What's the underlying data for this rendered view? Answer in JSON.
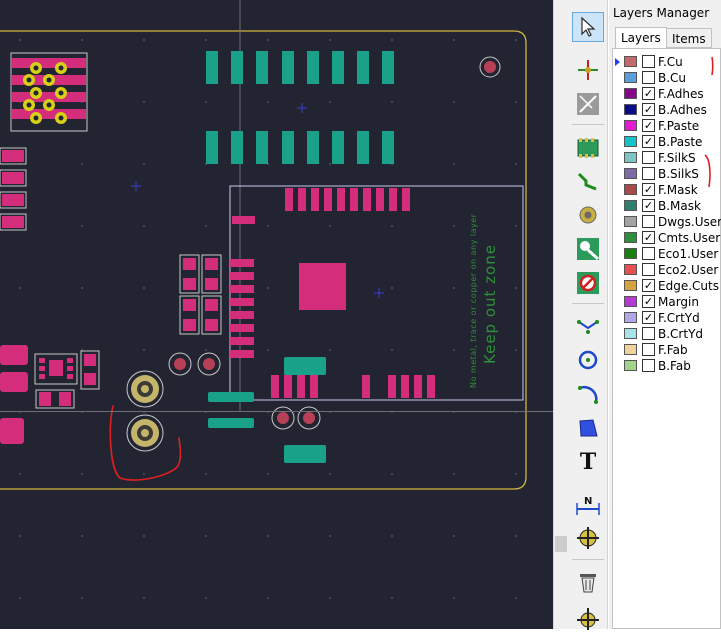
{
  "canvas": {
    "background": "#222531",
    "board_edge_color": "#d3b53f",
    "pad_color": "#d42d7c",
    "teal_pad_color": "#19a189",
    "silk_text_line1": "No metal, trace or copper on any layer",
    "silk_text_line2": "Keep out zone",
    "silk_text_color": "#2f8f3a",
    "annotation_color": "#e02020"
  },
  "toolbar": {
    "tools": [
      {
        "name": "select-tool",
        "icon": "cursor-arrow-icon",
        "active": true
      },
      {
        "name": "local-ratsnest-tool",
        "icon": "ratsnest-icon"
      },
      {
        "name": "highlight-net-tool",
        "icon": "highlight-net-icon"
      },
      {
        "name": "add-footprint-tool",
        "icon": "footprint-icon"
      },
      {
        "name": "route-track-tool",
        "icon": "route-track-icon"
      },
      {
        "name": "add-via-tool",
        "icon": "via-icon"
      },
      {
        "name": "add-filled-zone-tool",
        "icon": "zone-icon"
      },
      {
        "name": "add-keepout-tool",
        "icon": "keepout-icon"
      },
      {
        "name": "draw-line-tool",
        "icon": "line-icon"
      },
      {
        "name": "draw-circle-tool",
        "icon": "circle-icon"
      },
      {
        "name": "draw-arc-tool",
        "icon": "arc-icon"
      },
      {
        "name": "draw-polygon-tool",
        "icon": "polygon-icon"
      },
      {
        "name": "add-text-tool",
        "icon": "text-icon",
        "glyph": "T"
      },
      {
        "name": "add-dimension-tool",
        "icon": "dimension-icon",
        "glyph": "N"
      },
      {
        "name": "layer-alignment-target-tool",
        "icon": "target-icon"
      },
      {
        "name": "delete-tool",
        "icon": "trash-icon"
      },
      {
        "name": "grid-origin-tool",
        "icon": "grid-origin-icon"
      }
    ]
  },
  "layers_panel": {
    "title": "Layers Manager",
    "tabs": [
      "Layers",
      "Items"
    ],
    "active_tab": 0,
    "layers": [
      {
        "name": "F.Cu",
        "color": "#c46a6a",
        "checked": false,
        "active": true
      },
      {
        "name": "B.Cu",
        "color": "#5c9ddb",
        "checked": false
      },
      {
        "name": "F.Adhes",
        "color": "#86098b",
        "checked": true
      },
      {
        "name": "B.Adhes",
        "color": "#0a0c8c",
        "checked": true
      },
      {
        "name": "F.Paste",
        "color": "#e21ad0",
        "checked": true
      },
      {
        "name": "B.Paste",
        "color": "#14c3c7",
        "checked": true
      },
      {
        "name": "F.SilkS",
        "color": "#7fc4c4",
        "checked": false
      },
      {
        "name": "B.SilkS",
        "color": "#7d6aa6",
        "checked": false
      },
      {
        "name": "F.Mask",
        "color": "#a84a4a",
        "checked": true
      },
      {
        "name": "B.Mask",
        "color": "#2f7f6f",
        "checked": true
      },
      {
        "name": "Dwgs.User",
        "color": "#a3a3a3",
        "checked": false
      },
      {
        "name": "Cmts.User",
        "color": "#2f8f3a",
        "checked": true
      },
      {
        "name": "Eco1.User",
        "color": "#1a7f10",
        "checked": false
      },
      {
        "name": "Eco2.User",
        "color": "#e84f4f",
        "checked": false
      },
      {
        "name": "Edge.Cuts",
        "color": "#d3a43f",
        "checked": true
      },
      {
        "name": "Margin",
        "color": "#b43ad0",
        "checked": true
      },
      {
        "name": "F.CrtYd",
        "color": "#b3a6e8",
        "checked": true
      },
      {
        "name": "B.CrtYd",
        "color": "#a6e3e8",
        "checked": false
      },
      {
        "name": "F.Fab",
        "color": "#f2d29b",
        "checked": false
      },
      {
        "name": "B.Fab",
        "color": "#9fd48a",
        "checked": false
      }
    ]
  }
}
